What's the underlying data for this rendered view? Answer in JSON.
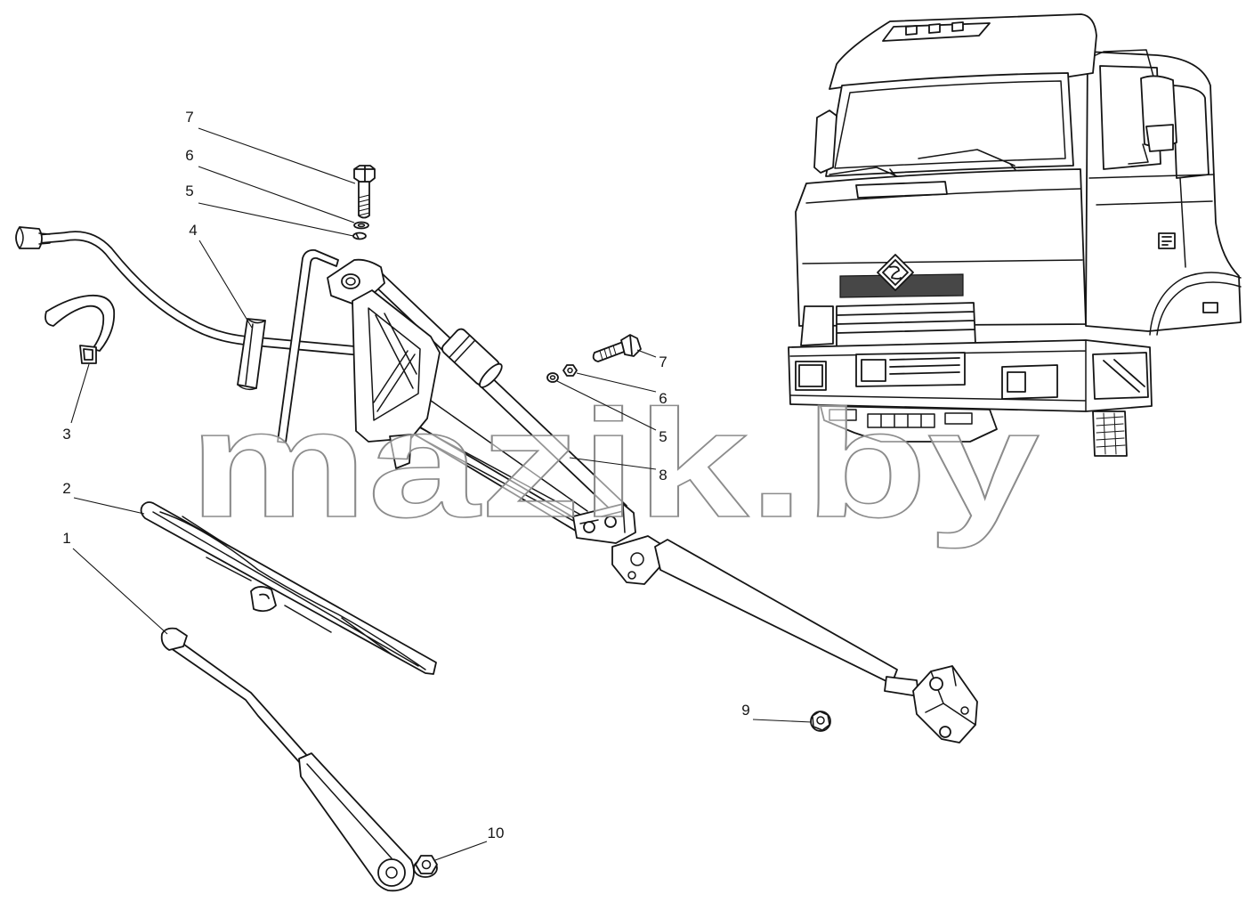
{
  "watermark": "mazik.by",
  "callouts": [
    "7",
    "6",
    "5",
    "4",
    "3",
    "2",
    "1",
    "7",
    "6",
    "5",
    "8",
    "9",
    "10"
  ],
  "colors": {
    "line": "#151515",
    "background": "#ffffff",
    "watermark_outline": "#8c8c8c",
    "grille_fill": "#474747"
  }
}
